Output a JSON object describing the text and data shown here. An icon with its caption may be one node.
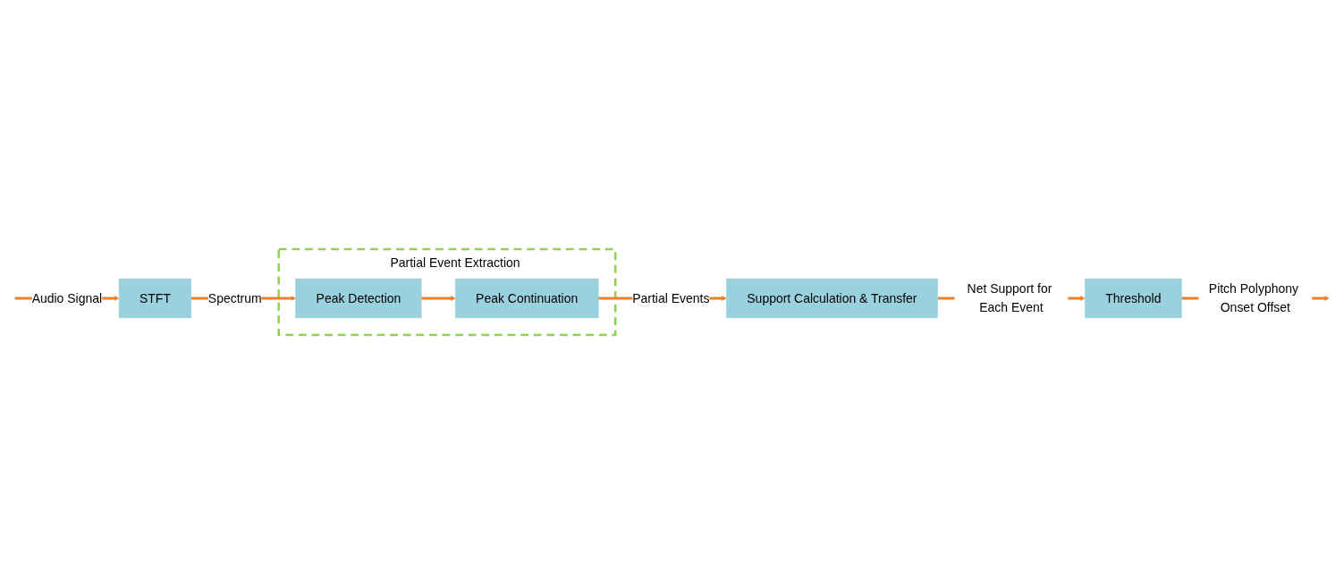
{
  "diagram": {
    "nodes": [
      {
        "text": [
          "Partial Event Extraction"
        ]
      },
      {
        "text": [
          "STFT"
        ]
      },
      {
        "text": [
          "Peak Detection"
        ],
        "in": 0
      },
      {
        "text": [
          "Peak Continuation"
        ],
        "in": 0
      },
      {
        "text": [
          "Support Calculation & Transfer"
        ]
      },
      {
        "text": [
          "Threshold"
        ]
      }
    ],
    "edges": [
      {
        "from": null,
        "to": 1,
        "arrow": "to",
        "label": "Audio Signal"
      },
      {
        "from": 1,
        "to": 2,
        "arrow": "to",
        "label": "Spectrum"
      },
      {
        "from": 2,
        "to": 3,
        "arrow": "to"
      },
      {
        "from": 3,
        "to": 4,
        "arrow": "to",
        "label": "Partial Events"
      },
      {
        "from": 4,
        "to": 5,
        "arrow": "to",
        "label": "Net Support for Each Event"
      },
      {
        "from": 5,
        "to": null,
        "arrow": "to",
        "label": "Pitch Polyphony Onset Offset"
      }
    ]
  }
}
